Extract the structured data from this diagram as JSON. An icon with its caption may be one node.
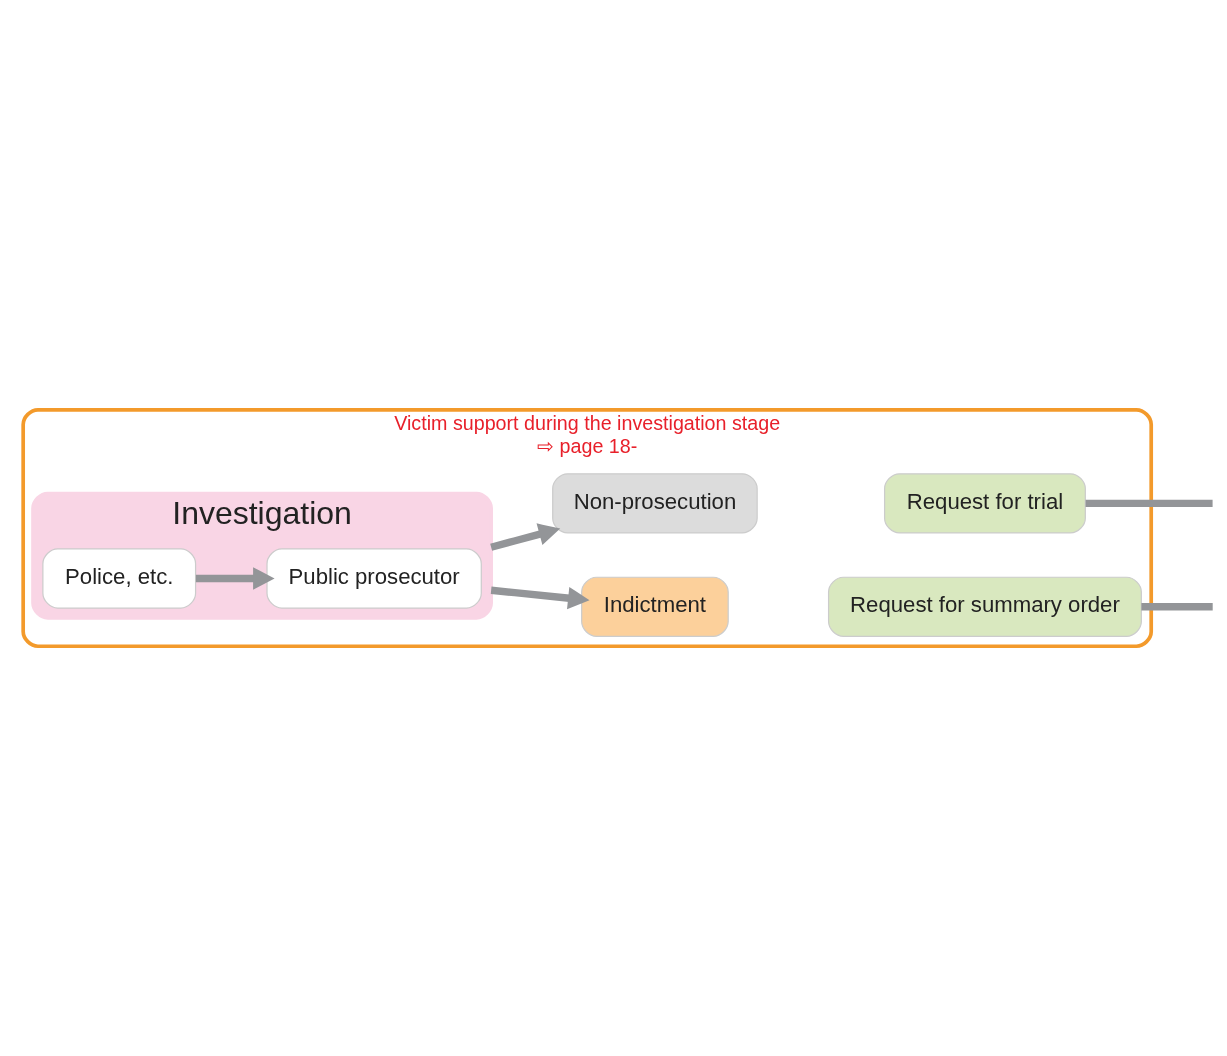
{
  "diagram": {
    "nodes": [
      {
        "text": [
          "Victim support during the investigation stage",
          "⇨ page 18-"
        ]
      },
      {
        "text": [
          "Investigation"
        ],
        "in": 0
      },
      {
        "text": [
          "Police, etc."
        ],
        "in": 1
      },
      {
        "text": [
          "Public prosecutor"
        ],
        "in": 1
      },
      {
        "text": [
          "Indictment"
        ],
        "in": 0
      },
      {
        "text": [
          "Request for trial"
        ],
        "in": 0
      },
      {
        "text": [
          "Request for summary order"
        ],
        "in": 0
      },
      {
        "text": [
          "Non-prosecution"
        ],
        "in": 0
      }
    ],
    "edges": [
      {
        "from": 2,
        "to": 3,
        "arrow": "to"
      },
      {
        "from": 1,
        "to": 4,
        "arrow": "to"
      },
      {
        "from": 1,
        "to": 7,
        "arrow": "to"
      },
      {
        "from": 5,
        "to": null,
        "arrow": "none"
      },
      {
        "from": 6,
        "to": null,
        "arrow": "none"
      }
    ]
  }
}
